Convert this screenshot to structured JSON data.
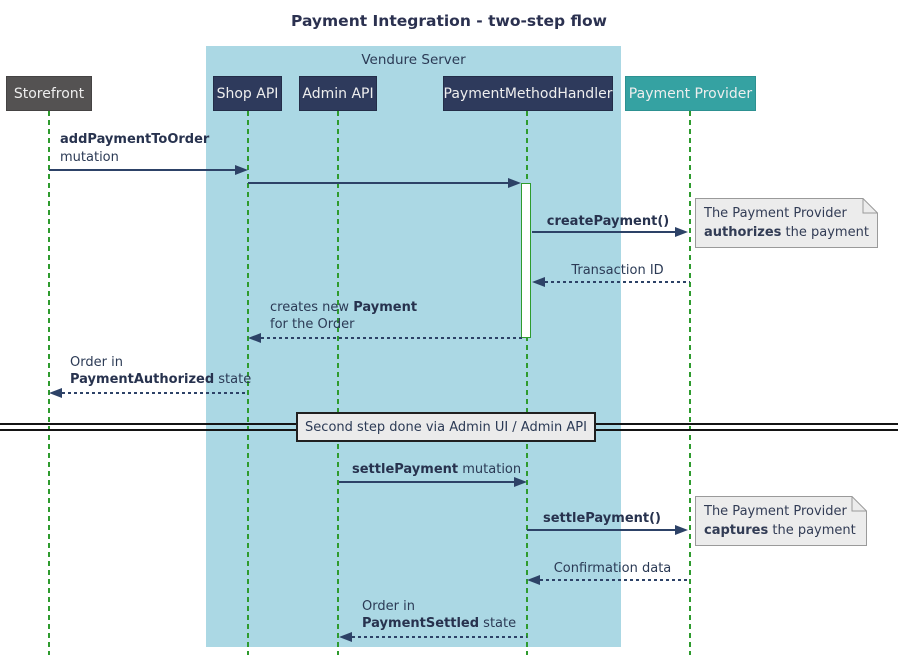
{
  "title": "Payment Integration - two-step flow",
  "frame": {
    "label": "Vendure Server"
  },
  "participants": [
    {
      "name": "Storefront"
    },
    {
      "name": "Shop API"
    },
    {
      "name": "Admin API"
    },
    {
      "name": "PaymentMethodHandler"
    },
    {
      "name": "Payment Provider"
    }
  ],
  "messages": {
    "add_payment": {
      "line1": "addPaymentToOrder",
      "line2": "mutation"
    },
    "create_payment": {
      "label": "createPayment()"
    },
    "transaction_id": {
      "label": "Transaction ID"
    },
    "creates_payment": {
      "line1_pre": "creates new ",
      "line1_bold": "Payment",
      "line2": "for the Order"
    },
    "order_authorized": {
      "line1": "Order in",
      "line2_bold": "PaymentAuthorized",
      "line2_post": " state"
    },
    "settle_mutation": {
      "bold": "settlePayment",
      "post": " mutation"
    },
    "settle_call": {
      "label": "settlePayment()"
    },
    "confirmation": {
      "label": "Confirmation data"
    },
    "order_settled": {
      "line1": "Order in",
      "line2_bold": "PaymentSettled",
      "line2_post": " state"
    }
  },
  "notes": {
    "authorizes": {
      "line1": "The Payment Provider",
      "line2_bold": "authorizes",
      "line2_post": " the payment"
    },
    "captures": {
      "line1": "The Payment Provider",
      "line2_bold": "captures",
      "line2_post": " the payment"
    }
  },
  "divider": {
    "label": "Second step done via Admin UI / Admin API"
  },
  "colors": {
    "frame_fill": "#abd8e4",
    "participant_navy": "#2e3a5c",
    "participant_gray": "#545252",
    "participant_teal": "#35a2a2",
    "lifeline_green": "#2e9b2e",
    "arrow_navy": "#2d4267",
    "note_fill": "#ececec",
    "text_navy": "#2b3a55"
  }
}
